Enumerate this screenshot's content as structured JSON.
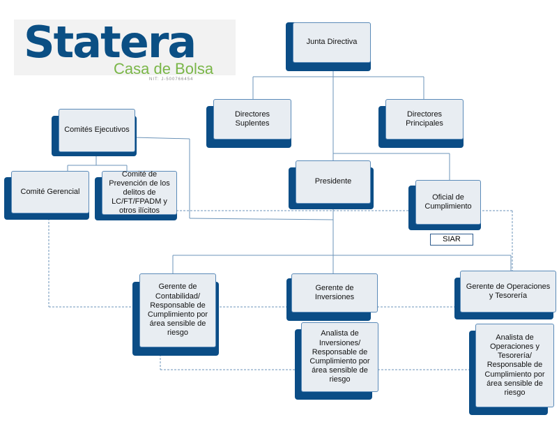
{
  "logo": {
    "word": "Statera",
    "sub": "Casa de Bolsa",
    "nit": "NIT: J-500766454",
    "word_color": "#0b4f84",
    "sub_color": "#7ab648"
  },
  "colors": {
    "shadow": "#0b4d86",
    "face_fill": "#e8edf2",
    "face_border": "#5a8ab8",
    "line": "#6b93b8"
  },
  "nodes": {
    "junta": "Junta Directiva",
    "suplentes": "Directores Suplentes",
    "principales": "Directores Principales",
    "comites": "Comités Ejecutivos",
    "gerencial": "Comité Gerencial",
    "prevencion": "Comité de Prevención de los delitos de LC/FT/FPADM y otros ilícitos",
    "presidente": "Presidente",
    "oficial": "Oficial de Cumplimiento",
    "contabilidad": "Gerente de Contabilidad/ Responsable de Cumplimiento por área sensible de riesgo",
    "inversiones": "Gerente de Inversiones",
    "operaciones": "Gerente de Operaciones y Tesorería",
    "analista_inv": "Analista de Inversiones/ Responsable de Cumplimiento por área sensible de riesgo",
    "analista_ope": "Analista de Operaciones y Tesorería/ Responsable de Cumplimiento por área sensible de riesgo"
  },
  "siar": "SIAR"
}
